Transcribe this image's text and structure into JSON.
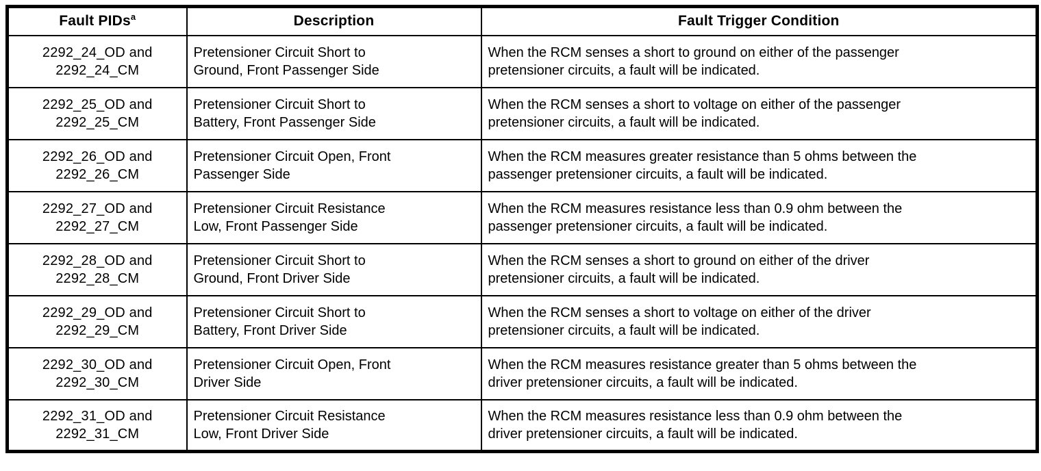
{
  "table": {
    "headers": [
      {
        "label": "Fault PIDs",
        "superscript": "a"
      },
      {
        "label": "Description",
        "superscript": ""
      },
      {
        "label": "Fault Trigger Condition",
        "superscript": ""
      }
    ],
    "rows": [
      {
        "pid": "2292_24_OD and\n2292_24_CM",
        "description": "Pretensioner Circuit Short to\nGround, Front Passenger Side",
        "condition": "When the RCM senses a short to ground on either of the passenger\npretensioner circuits, a fault will be indicated."
      },
      {
        "pid": "2292_25_OD and\n2292_25_CM",
        "description": "Pretensioner Circuit Short to\nBattery, Front Passenger Side",
        "condition": "When the RCM senses a short to voltage on either of the passenger\npretensioner circuits, a fault will be indicated."
      },
      {
        "pid": "2292_26_OD and\n2292_26_CM",
        "description": "Pretensioner Circuit Open, Front\nPassenger Side",
        "condition": "When the RCM measures greater resistance than 5 ohms between the\npassenger pretensioner circuits, a fault will be indicated."
      },
      {
        "pid": "2292_27_OD and\n2292_27_CM",
        "description": "Pretensioner Circuit Resistance\nLow, Front Passenger Side",
        "condition": "When the RCM measures resistance less than 0.9 ohm between the\npassenger pretensioner circuits, a fault will be indicated."
      },
      {
        "pid": "2292_28_OD and\n2292_28_CM",
        "description": "Pretensioner Circuit Short to\nGround, Front Driver Side",
        "condition": "When the RCM senses a short to ground on either of the driver\npretensioner circuits, a fault will be indicated."
      },
      {
        "pid": "2292_29_OD and\n2292_29_CM",
        "description": "Pretensioner Circuit Short to\nBattery, Front Driver Side",
        "condition": "When the RCM senses a short to voltage on either of the driver\npretensioner circuits, a fault will be indicated."
      },
      {
        "pid": "2292_30_OD and\n2292_30_CM",
        "description": "Pretensioner Circuit Open, Front\nDriver Side",
        "condition": "When the RCM measures resistance greater than 5 ohms between the\ndriver pretensioner circuits, a fault will be indicated."
      },
      {
        "pid": "2292_31_OD and\n2292_31_CM",
        "description": "Pretensioner Circuit Resistance\nLow, Front Driver Side",
        "condition": "When the RCM measures resistance less than 0.9 ohm between the\ndriver pretensioner circuits, a fault will be indicated."
      }
    ],
    "colors": {
      "border": "#000000",
      "text": "#000000",
      "background": "#ffffff"
    }
  }
}
